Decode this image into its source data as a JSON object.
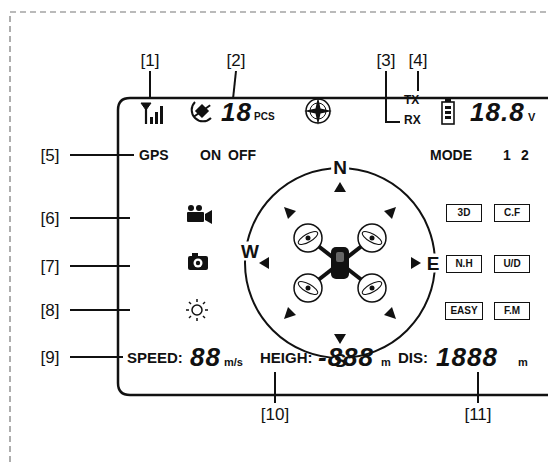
{
  "diagram": {
    "nodes": [
      {
        "text": [
          "3D"
        ]
      },
      {
        "text": [
          "C.F"
        ]
      },
      {
        "text": [
          "N.H"
        ]
      },
      {
        "text": [
          "U/D"
        ]
      },
      {
        "text": [
          "EASY"
        ]
      },
      {
        "text": [
          "F.M"
        ]
      }
    ],
    "labels": [
      "[1]",
      "[2]",
      "[3]",
      "[4]",
      "[5]",
      "[6]",
      "[7]",
      "[8]",
      "[9]",
      "[10]",
      "[11]",
      "18",
      "PCS",
      "TX",
      "RX",
      "18.8",
      "V",
      "GPS",
      "ON",
      "OFF",
      "MODE",
      "1",
      "2",
      "N",
      "W",
      "E",
      "S",
      "SPEED:",
      "88",
      "m/s",
      "HEIGH:",
      "-888",
      "m",
      "DIS:",
      "1888",
      "m"
    ]
  }
}
